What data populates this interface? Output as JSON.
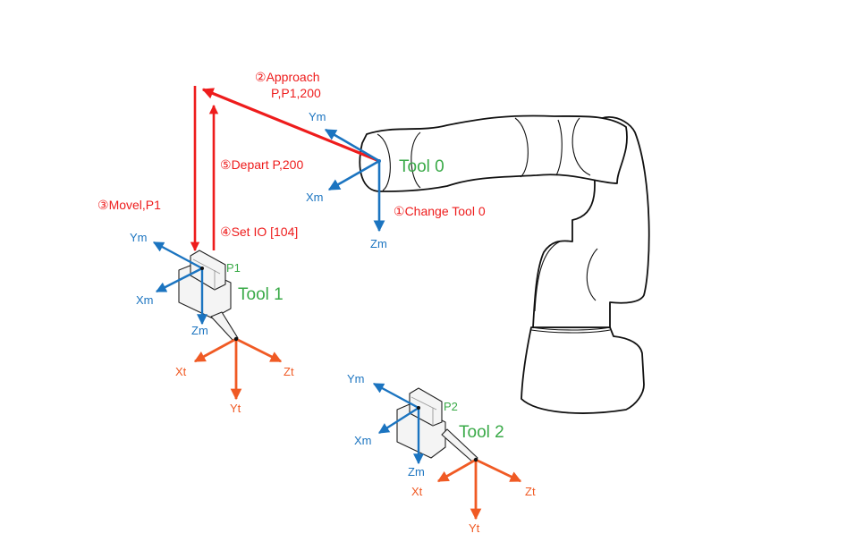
{
  "colors": {
    "step_red": "#ee1c1c",
    "tool_green": "#3aaa48",
    "mech_axis_blue": "#1b74c0",
    "tool_axis_orange": "#f05a24",
    "outline": "#111111"
  },
  "steps": [
    {
      "number": "①",
      "text": "Change Tool 0"
    },
    {
      "number": "②",
      "text": "Approach",
      "text2": "P,P1,200"
    },
    {
      "number": "③",
      "text": "Movel,P1"
    },
    {
      "number": "④",
      "text": "Set IO [104]"
    },
    {
      "number": "⑤",
      "text": "Depart P,200"
    }
  ],
  "tools": [
    {
      "name": "Tool 0",
      "mech_axes": [
        "Xm",
        "Ym",
        "Zm"
      ]
    },
    {
      "name": "Tool 1",
      "point": "P1",
      "mech_axes": [
        "Xm",
        "Ym",
        "Zm"
      ],
      "tool_axes": [
        "Xt",
        "Yt",
        "Zt"
      ]
    },
    {
      "name": "Tool 2",
      "point": "P2",
      "mech_axes": [
        "Xm",
        "Ym",
        "Zm"
      ],
      "tool_axes": [
        "Xt",
        "Yt",
        "Zt"
      ]
    }
  ]
}
